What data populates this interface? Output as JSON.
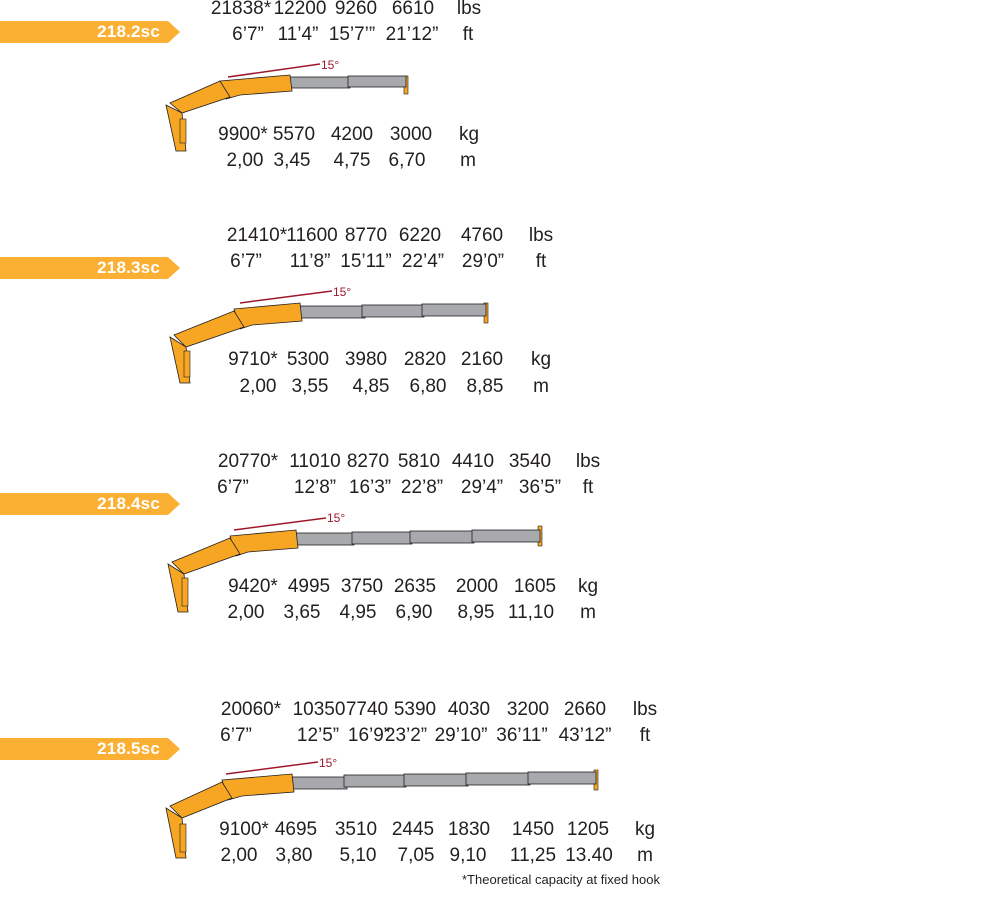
{
  "sections": [
    {
      "model": "218.2sc",
      "angle": "15°",
      "lbs": [
        "21838*",
        "12200",
        "9260",
        "6610"
      ],
      "ft": [
        "6’7”",
        "11’4”",
        "15’7’”",
        "21’12”"
      ],
      "kg": [
        "9900*",
        "5570",
        "4200",
        "3000"
      ],
      "m": [
        "2,00",
        "3,45",
        "4,75",
        "6,70"
      ],
      "unit_lbs": "lbs",
      "unit_ft": "ft",
      "unit_kg": "kg",
      "unit_m": "m"
    },
    {
      "model": "218.3sc",
      "angle": "15°",
      "lbs": [
        "21410*",
        "11600",
        "8770",
        "6220",
        "4760"
      ],
      "ft": [
        "6’7”",
        "11’8”",
        "15’11”",
        "22’4”",
        "29’0”"
      ],
      "kg": [
        "9710*",
        "5300",
        "3980",
        "2820",
        "2160"
      ],
      "m": [
        "2,00",
        "3,55",
        "4,85",
        "6,80",
        "8,85"
      ],
      "unit_lbs": "lbs",
      "unit_ft": "ft",
      "unit_kg": "kg",
      "unit_m": "m"
    },
    {
      "model": "218.4sc",
      "angle": "15°",
      "lbs": [
        "20770*",
        "11010",
        "8270",
        "5810",
        "4410",
        "3540"
      ],
      "ft": [
        "6’7”",
        "12’8”",
        "16’3”",
        "22’8”",
        "29’4”",
        "36’5”"
      ],
      "kg": [
        "9420*",
        "4995",
        "3750",
        "2635",
        "2000",
        "1605"
      ],
      "m": [
        "2,00",
        "3,65",
        "4,95",
        "6,90",
        "8,95",
        "11,10"
      ],
      "unit_lbs": "lbs",
      "unit_ft": "ft",
      "unit_kg": "kg",
      "unit_m": "m"
    },
    {
      "model": "218.5sc",
      "angle": "15°",
      "lbs": [
        "20060*",
        "10350",
        "7740",
        "5390",
        "4030",
        "3200",
        "2660"
      ],
      "ft": [
        "6’7”",
        "12’5”",
        "16’9”",
        "23’2”",
        "29’10”",
        "36’11”",
        "43’12”"
      ],
      "kg": [
        "9100*",
        "4695",
        "3510",
        "2445",
        "1830",
        "1450",
        "1205"
      ],
      "m": [
        "2,00",
        "3,80",
        "5,10",
        "7,05",
        "9,10",
        "11,25",
        "13.40"
      ],
      "unit_lbs": "lbs",
      "unit_ft": "ft",
      "unit_kg": "kg",
      "unit_m": "m"
    }
  ],
  "footnote": "*Theoretical capacity at fixed hook",
  "colors": {
    "tag": "#fbb034",
    "boom_yellow": "#f6a623",
    "boom_grey": "#a7a9ac",
    "angle_line": "#a0162b",
    "outline": "#231f20"
  }
}
